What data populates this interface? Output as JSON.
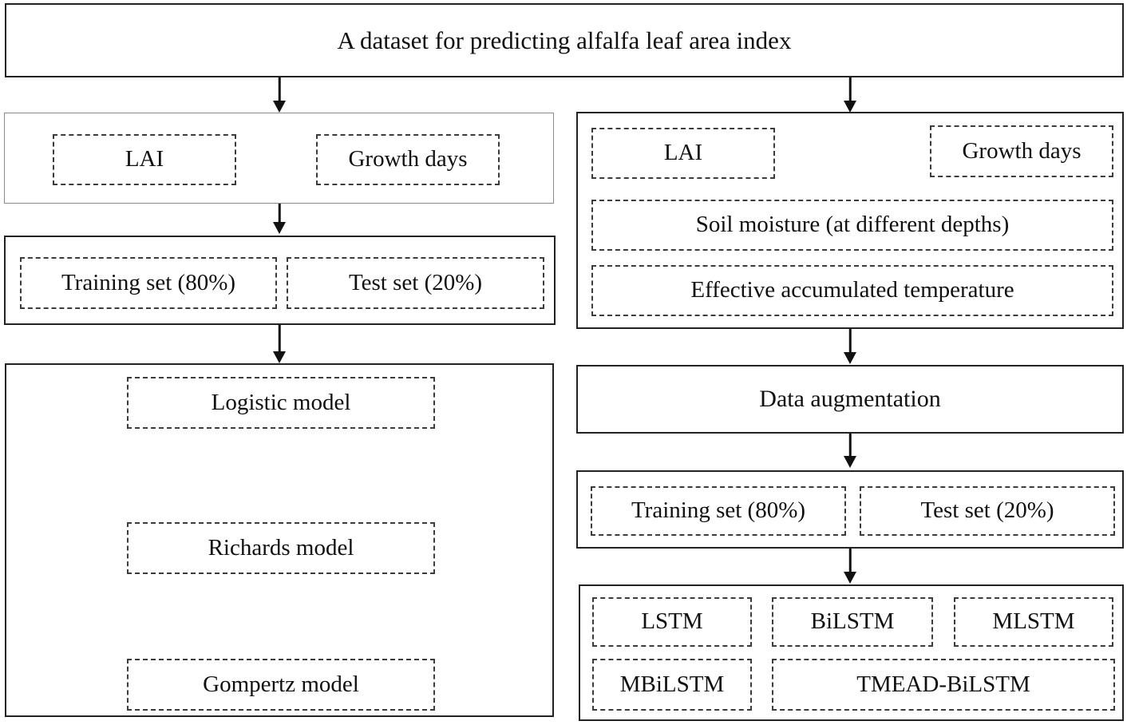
{
  "figure": {
    "title": "A dataset for predicting alfalfa leaf area index"
  },
  "left_branch": {
    "features": {
      "lai": "LAI",
      "growth_days": "Growth days"
    },
    "split": {
      "training": "Training set (80%)",
      "test": "Test set (20%)"
    },
    "models": {
      "logistic": "Logistic model",
      "richards": "Richards model",
      "gompertz": "Gompertz model"
    }
  },
  "right_branch": {
    "features": {
      "lai": "LAI",
      "growth_days": "Growth days",
      "soil_moisture": "Soil moisture (at different depths)",
      "effective_temp": "Effective accumulated temperature"
    },
    "augmentation_label": "Data augmentation",
    "split": {
      "training": "Training set (80%)",
      "test": "Test set (20%)"
    },
    "models": {
      "lstm": "LSTM",
      "bilstm": "BiLSTM",
      "mlstm": "MLSTM",
      "mbilstm": "MBiLSTM",
      "tmead_bilstm": "TMEAD-BiLSTM"
    }
  },
  "colors": {
    "background": "#ffffff",
    "border_solid": "#222222",
    "border_light": "#8c8c8c",
    "border_dashed": "#3c3c3c",
    "text": "#101010",
    "arrow": "#111111"
  }
}
